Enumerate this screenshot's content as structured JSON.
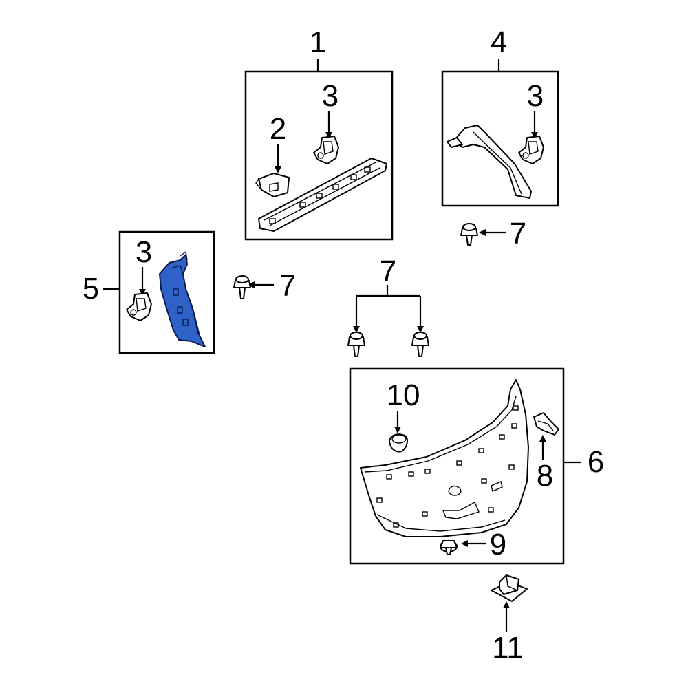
{
  "diagram": {
    "highlight_color": "#2f62c8",
    "callouts": {
      "c1": "1",
      "c2": "2",
      "c3a": "3",
      "c4": "4",
      "c3b": "3",
      "c5": "5",
      "c3c": "3",
      "c7a": "7",
      "c7b": "7",
      "c7c": "7",
      "c10": "10",
      "c6": "6",
      "c8": "8",
      "c9": "9",
      "c11": "11"
    }
  }
}
